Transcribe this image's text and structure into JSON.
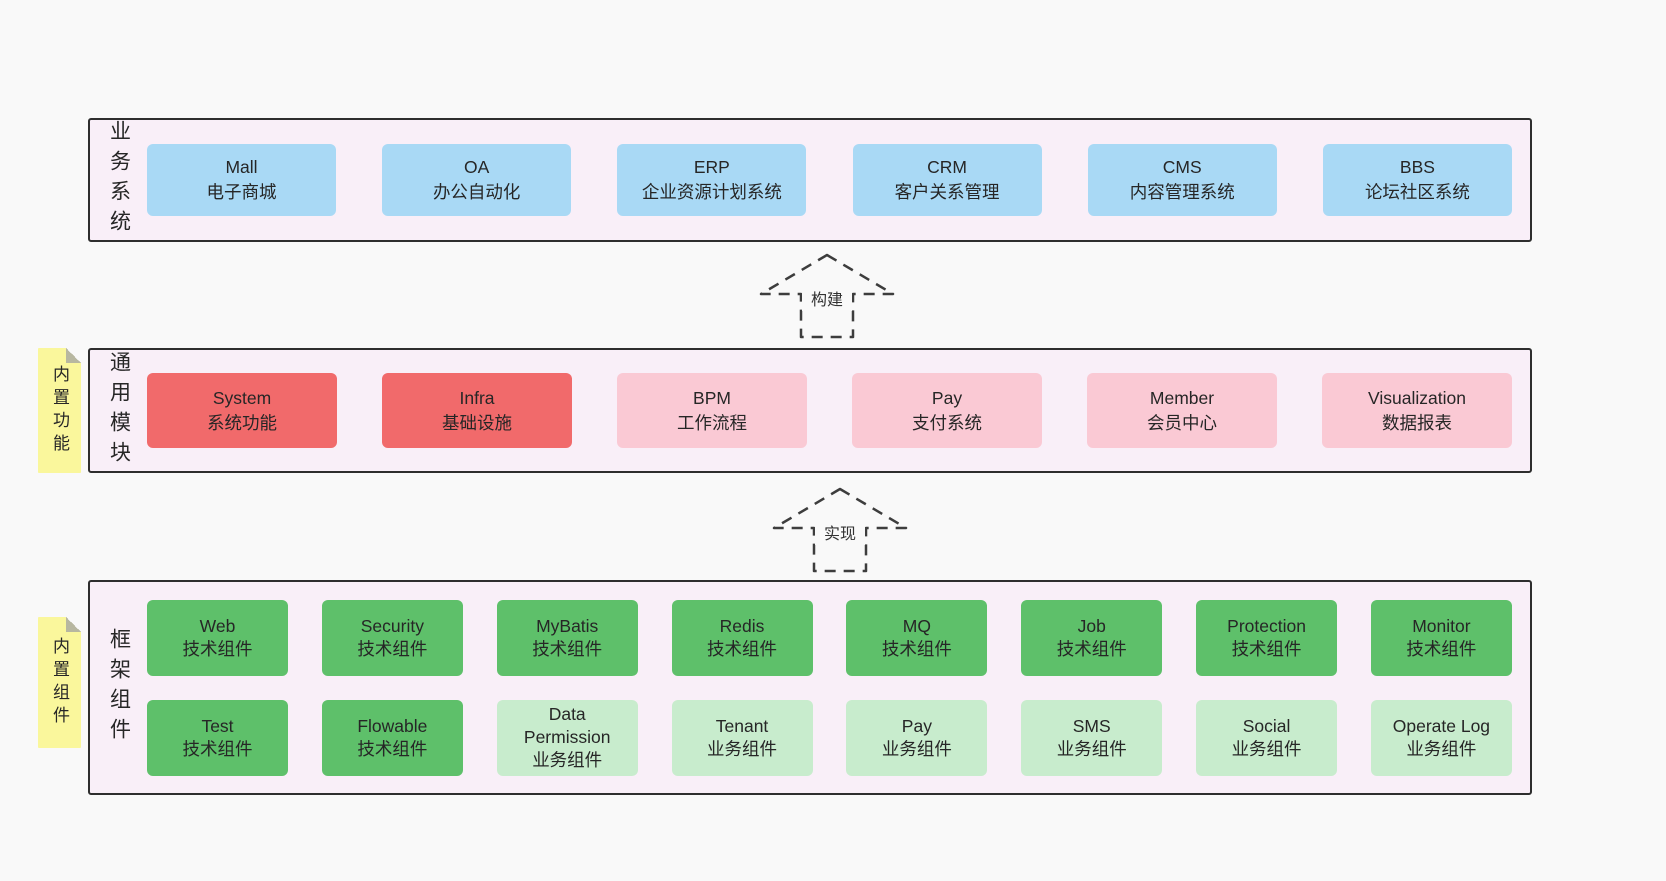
{
  "palette": {
    "bg": "#f9f9f9",
    "sectionBg": "#f9eff8",
    "sectionBorder": "#2e2e2e",
    "blue": "#a9d9f5",
    "red": "#f16a6b",
    "pink": "#fac9d4",
    "greenDark": "#5ec06a",
    "greenLight": "#c8eccd",
    "sticky": "#faf79c",
    "text": "#262626"
  },
  "sections": [
    {
      "name": "business-systems",
      "label": "业务系统",
      "rows": [
        [
          {
            "title": "Mall",
            "subtitle": "电子商城",
            "color": "blue"
          },
          {
            "title": "OA",
            "subtitle": "办公自动化",
            "color": "blue"
          },
          {
            "title": "ERP",
            "subtitle": "企业资源计划系统",
            "color": "blue"
          },
          {
            "title": "CRM",
            "subtitle": "客户关系管理",
            "color": "blue"
          },
          {
            "title": "CMS",
            "subtitle": "内容管理系统",
            "color": "blue"
          },
          {
            "title": "BBS",
            "subtitle": "论坛社区系统",
            "color": "blue"
          }
        ]
      ]
    },
    {
      "name": "common-modules",
      "label": "通用模块",
      "sticky": "内置功能",
      "rows": [
        [
          {
            "title": "System",
            "subtitle": "系统功能",
            "color": "red"
          },
          {
            "title": "Infra",
            "subtitle": "基础设施",
            "color": "red"
          },
          {
            "title": "BPM",
            "subtitle": "工作流程",
            "color": "pink"
          },
          {
            "title": "Pay",
            "subtitle": "支付系统",
            "color": "pink"
          },
          {
            "title": "Member",
            "subtitle": "会员中心",
            "color": "pink"
          },
          {
            "title": "Visualization",
            "subtitle": "数据报表",
            "color": "pink"
          }
        ]
      ]
    },
    {
      "name": "framework-components",
      "label": "框架组件",
      "sticky": "内置组件",
      "rows": [
        [
          {
            "title": "Web",
            "subtitle": "技术组件",
            "color": "greenDark"
          },
          {
            "title": "Security",
            "subtitle": "技术组件",
            "color": "greenDark"
          },
          {
            "title": "MyBatis",
            "subtitle": "技术组件",
            "color": "greenDark"
          },
          {
            "title": "Redis",
            "subtitle": "技术组件",
            "color": "greenDark"
          },
          {
            "title": "MQ",
            "subtitle": "技术组件",
            "color": "greenDark"
          },
          {
            "title": "Job",
            "subtitle": "技术组件",
            "color": "greenDark"
          },
          {
            "title": "Protection",
            "subtitle": "技术组件",
            "color": "greenDark"
          },
          {
            "title": "Monitor",
            "subtitle": "技术组件",
            "color": "greenDark"
          }
        ],
        [
          {
            "title": "Test",
            "subtitle": "技术组件",
            "color": "greenDark"
          },
          {
            "title": "Flowable",
            "subtitle": "技术组件",
            "color": "greenDark"
          },
          {
            "title": "Data Permission",
            "subtitle": "业务组件",
            "color": "greenLight"
          },
          {
            "title": "Tenant",
            "subtitle": "业务组件",
            "color": "greenLight"
          },
          {
            "title": "Pay",
            "subtitle": "业务组件",
            "color": "greenLight"
          },
          {
            "title": "SMS",
            "subtitle": "业务组件",
            "color": "greenLight"
          },
          {
            "title": "Social",
            "subtitle": "业务组件",
            "color": "greenLight"
          },
          {
            "title": "Operate Log",
            "subtitle": "业务组件",
            "color": "greenLight"
          }
        ]
      ]
    }
  ],
  "arrows": [
    {
      "label": "构建"
    },
    {
      "label": "实现"
    }
  ]
}
